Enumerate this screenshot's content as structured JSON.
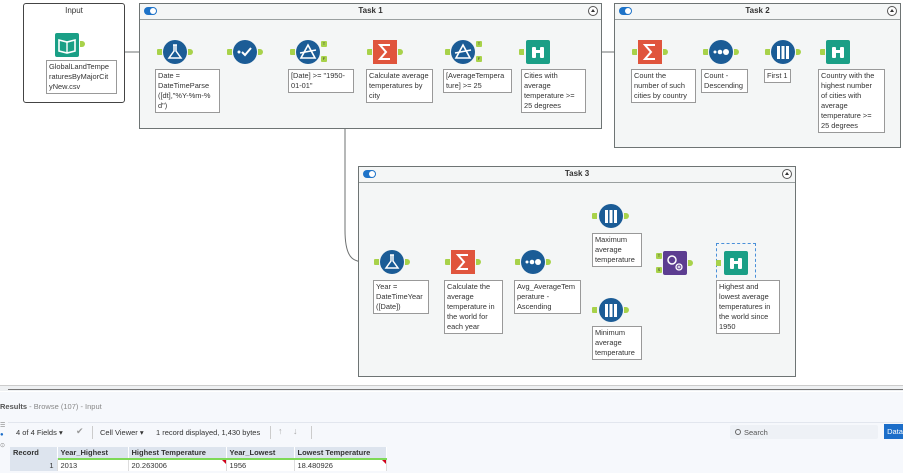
{
  "canvas": {
    "input_container": {
      "title": "Input"
    },
    "containers": [
      {
        "id": "task1",
        "title": "Task 1"
      },
      {
        "id": "task2",
        "title": "Task 2"
      },
      {
        "id": "task3",
        "title": "Task 3"
      }
    ],
    "tools": {
      "input_file": {
        "icon": "book-icon",
        "label": "GlobalLandTempe\nraturesByMajorCit\nyNew.csv"
      },
      "t1_formula": {
        "icon": "flask-icon",
        "label": "Date =\nDateTimeParse\n([dt],\"%Y-%m-%\nd\")"
      },
      "t1_select": {
        "icon": "select-check-icon",
        "label": ""
      },
      "t1_filter1": {
        "icon": "filter-icon",
        "label": "[Date] >= \"1950-\n01-01\""
      },
      "t1_summarize": {
        "icon": "sigma-icon",
        "label": "Calculate average\ntemperatures by\ncity"
      },
      "t1_filter2": {
        "icon": "filter-icon",
        "label": "[AverageTempera\nture] >= 25"
      },
      "t1_browse": {
        "icon": "binoculars-icon",
        "label": "Cities with\naverage\ntemperature >=\n25 degrees"
      },
      "t2_summarize": {
        "icon": "sigma-icon",
        "label": "Count the\nnumber of such\ncities by country"
      },
      "t2_sort": {
        "icon": "sort-icon",
        "label": "Count -\nDescending"
      },
      "t2_sample": {
        "icon": "sample-icon",
        "label": "First 1"
      },
      "t2_browse": {
        "icon": "binoculars-icon",
        "label": "Country with the\nhighest number\nof cities with\naverage\ntemperature >=\n25 degrees"
      },
      "t3_formula": {
        "icon": "flask-icon",
        "label": "Year =\nDateTimeYear\n([Date])"
      },
      "t3_summarize": {
        "icon": "sigma-icon",
        "label": "Calculate the\naverage\ntemperature in\nthe world for\neach year"
      },
      "t3_sort": {
        "icon": "sort-icon",
        "label": "Avg_AverageTem\nperature -\nAscending"
      },
      "t3_sample_max": {
        "icon": "sample-icon",
        "label": "Maximum\naverage\ntemperature"
      },
      "t3_sample_min": {
        "icon": "sample-icon",
        "label": "Minimum\naverage\ntemperature"
      },
      "t3_union": {
        "icon": "gears-icon",
        "label": ""
      },
      "t3_browse": {
        "icon": "binoculars-icon",
        "label": "Highest and\nlowest average\ntemperatures in\nthe world since\n1950"
      }
    },
    "anchor_letters": {
      "true": "T",
      "false": "F",
      "join_top": "T",
      "join_bottom": "S"
    }
  },
  "results": {
    "title": "Results",
    "subtitle": " - Browse (107) - Input",
    "fields_selector": "4 of 4 Fields",
    "viewer": "Cell Viewer",
    "record_info": "1 record displayed, 1,430 bytes",
    "search_placeholder": "Search",
    "data_button": "Data",
    "columns": [
      "Record",
      "Year_Highest",
      "Highest Temperature",
      "Year_Lowest",
      "Lowest Temperature"
    ],
    "rows": [
      [
        "1",
        "2013",
        "20.263006",
        "1956",
        "18.480926"
      ]
    ]
  }
}
